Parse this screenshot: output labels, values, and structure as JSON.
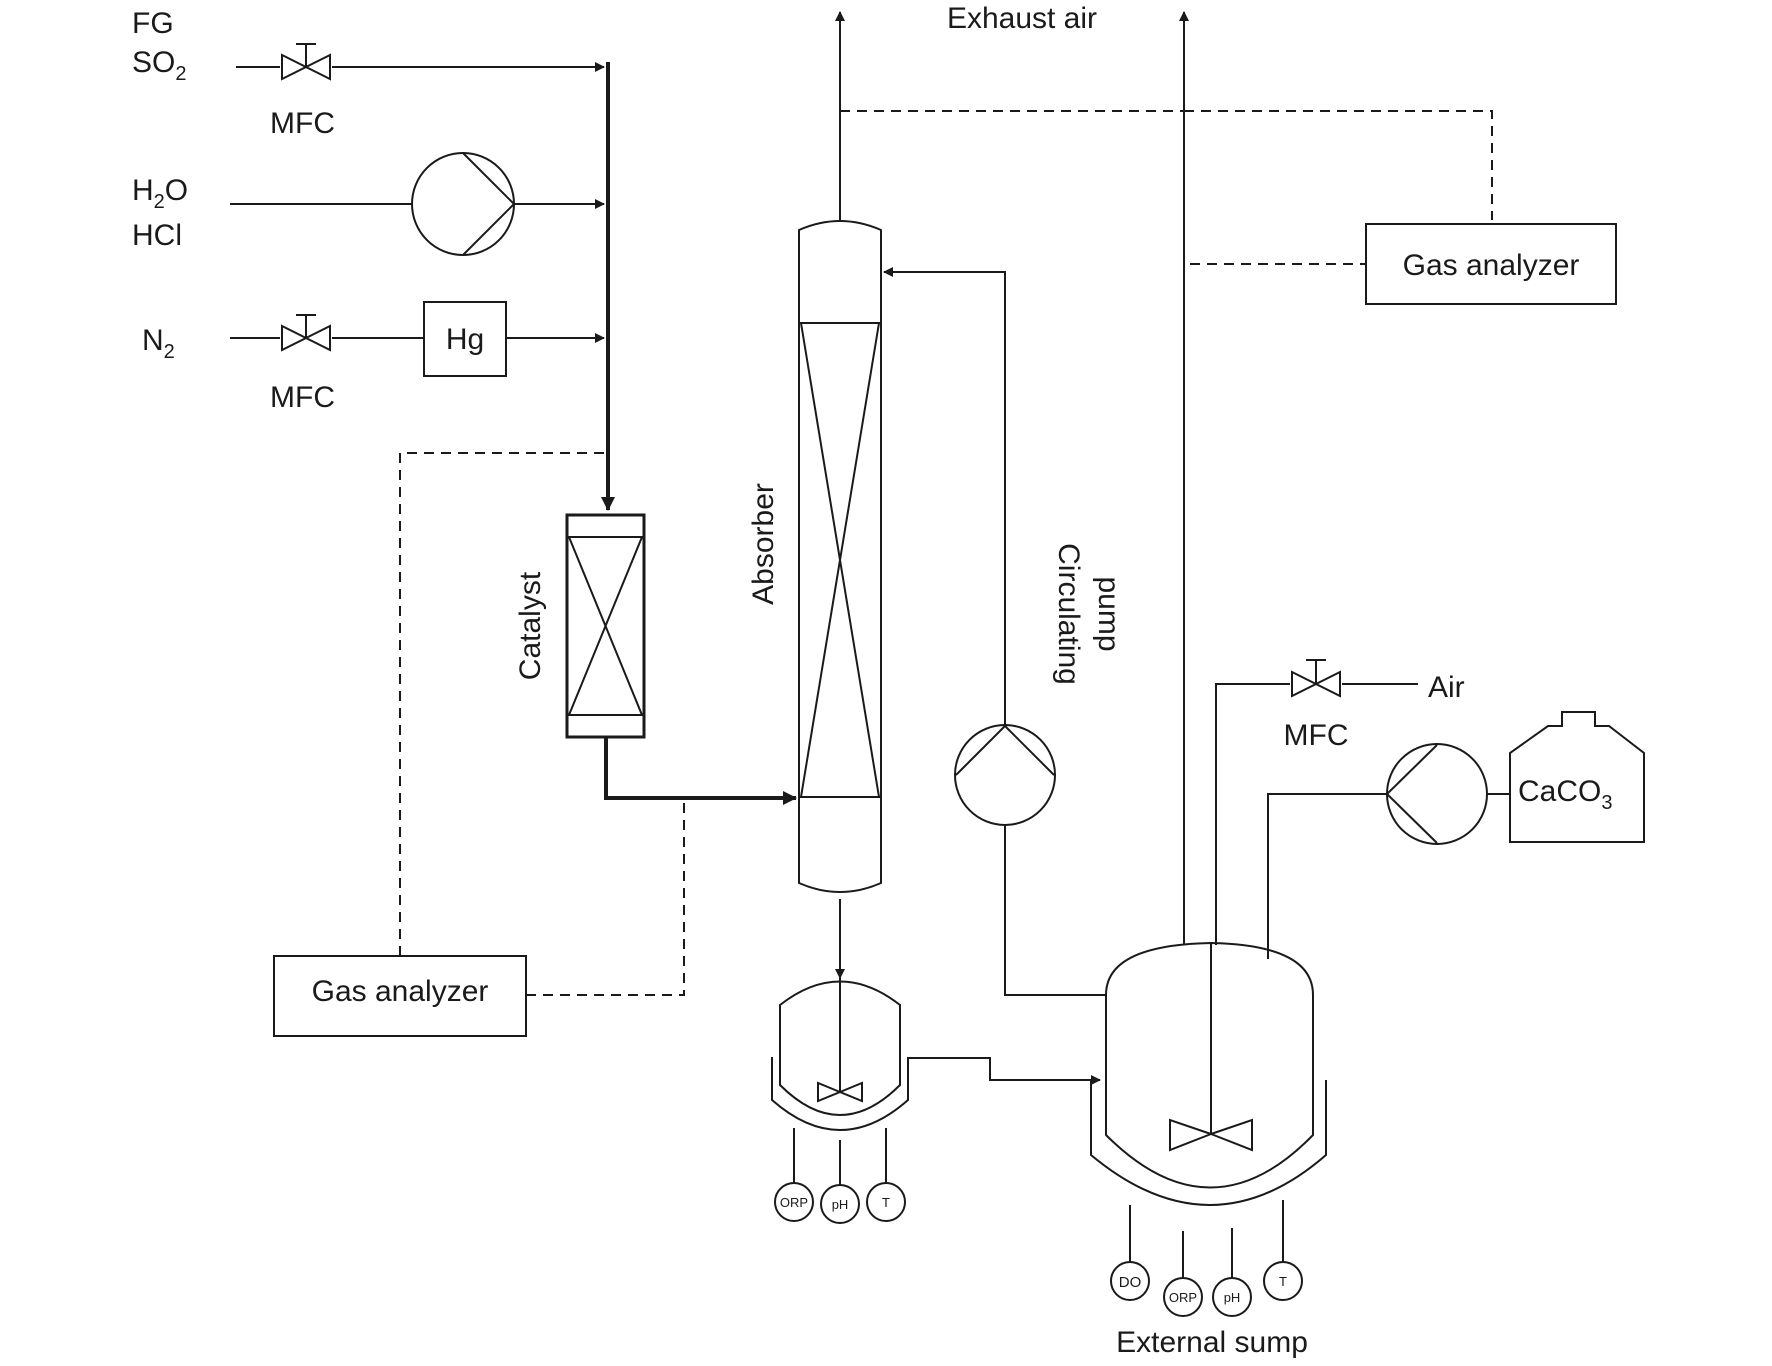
{
  "inputs": {
    "fg": "FG",
    "so2": "SO",
    "so2_sub": "2",
    "h2o_h": "H",
    "h2o_sub": "2",
    "h2o_o": "O",
    "hcl": "HCl",
    "n2": "N",
    "n2_sub": "2"
  },
  "controls": {
    "mfc_top": "MFC",
    "mfc_mid": "MFC",
    "mfc_air": "MFC"
  },
  "units": {
    "hg_source": "Hg",
    "catalyst": "Catalyst",
    "absorber": "Absorber",
    "circulating_pump_line1": "Circulating",
    "circulating_pump_line2": "pump",
    "gas_analyzer_left": "Gas analyzer",
    "gas_analyzer_right": "Gas analyzer",
    "external_sump": "External sump",
    "caco3_main": "CaCO",
    "caco3_sub": "3"
  },
  "streams": {
    "exhaust_air": "Exhaust air",
    "air": "Air"
  },
  "sensors": {
    "small_tank": [
      "ORP",
      "pH",
      "T"
    ],
    "external_sump": [
      "DO",
      "ORP",
      "pH",
      "T"
    ]
  }
}
